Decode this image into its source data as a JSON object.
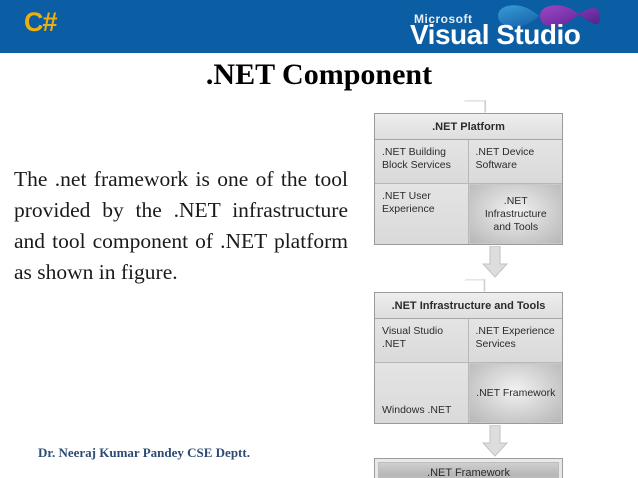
{
  "header": {
    "brand_logo": "C#",
    "brand_color": "#EBAF12",
    "band_color": "#0B5DA4",
    "vendor": "Microsoft",
    "product": "Visual Studio",
    "infinity_icon": "visual-studio-infinity-icon"
  },
  "slide": {
    "title": ".NET Component",
    "body": "The .net framework is one of the tool provided by the .NET infrastructure and tool component of .NET platform as shown in figure.",
    "footer": "Dr. Neeraj Kumar Pandey CSE Deptt."
  },
  "diagram": {
    "box1": {
      "header": ".NET Platform",
      "cells": [
        {
          "label": ".NET Building Block Services",
          "highlight": false
        },
        {
          "label": ".NET Device Software",
          "highlight": false
        },
        {
          "label": ".NET User Experience",
          "highlight": false
        },
        {
          "label": ".NET Infrastructure and Tools",
          "highlight": true
        }
      ]
    },
    "arrow1": "down-arrow-icon",
    "box2": {
      "header": ".NET Infrastructure and Tools",
      "cells": [
        {
          "label": "Visual Studio .NET",
          "highlight": false
        },
        {
          "label": ".NET Experience Services",
          "highlight": false
        },
        {
          "label": "Windows .NET",
          "highlight": false
        },
        {
          "label": ".NET Framework",
          "highlight": true
        }
      ]
    },
    "arrow2": "down-arrow-icon",
    "box3": {
      "label": ".NET Framework"
    }
  }
}
